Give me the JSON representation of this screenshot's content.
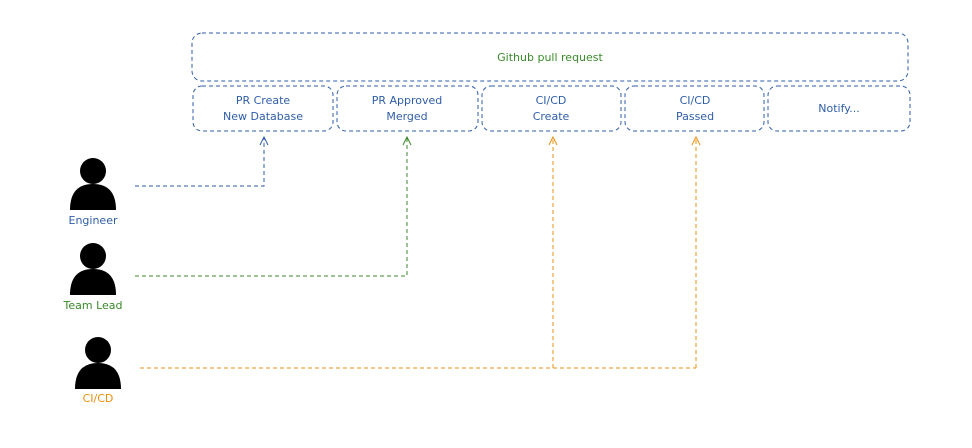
{
  "colors": {
    "blue": "#2f5ea8",
    "green": "#3a8a2a",
    "orange": "#e8900c",
    "black": "#000000"
  },
  "header": {
    "title": "Github pull request"
  },
  "stages": [
    {
      "line1": "PR Create",
      "line2": "New Database"
    },
    {
      "line1": "PR Approved",
      "line2": "Merged"
    },
    {
      "line1": "CI/CD",
      "line2": "Create"
    },
    {
      "line1": "CI/CD",
      "line2": "Passed"
    },
    {
      "line1": "Notify...",
      "line2": ""
    }
  ],
  "actors": [
    {
      "label": "Engineer",
      "color": "blue",
      "icon": "person-icon"
    },
    {
      "label": "Team Lead",
      "color": "green",
      "icon": "person-icon"
    },
    {
      "label": "CI/CD",
      "color": "orange",
      "icon": "person-icon"
    }
  ]
}
